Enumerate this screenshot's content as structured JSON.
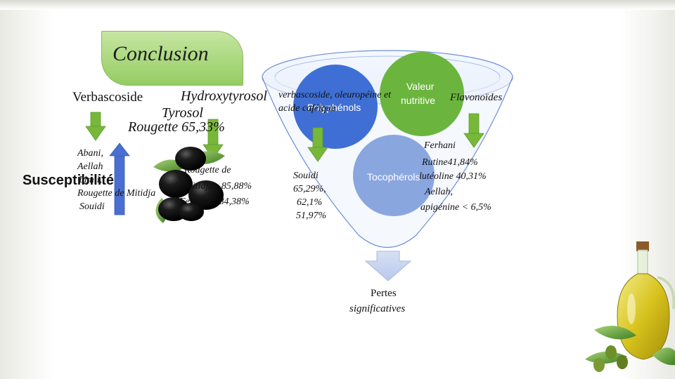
{
  "title": "Conclusion",
  "left": {
    "verbascoside": "Verbascoside",
    "hydroxytyrosol": "Hydroxytyrosol",
    "tyrosol": "Tyrosol",
    "rougette_pct": "Rougette 65,33%",
    "susceptibilite": "Susceptibilité",
    "varieties_list": [
      "Abani,",
      "Aellah",
      "Limli,",
      "Rougette de Mitidja",
      "Souidi"
    ],
    "right_list": [
      "Rougette de",
      "Mitidja : 85,88%",
      "Ferhani : 84,38%"
    ]
  },
  "funnel": {
    "circle_polyphenols": "Polyphénols",
    "polyphenols_detail_line1": "verbascoside, oleuropéine et",
    "polyphenols_detail_line2": "acide caféique",
    "circle_valeur_line1": "Valeur",
    "circle_valeur_line2": "nutritive",
    "flavonoides": "Flavonoïdes",
    "circle_tocopherols": "Tocophérols",
    "souidi_values": [
      "Souidi",
      "65,29%,",
      "62,1%",
      "51,97%"
    ],
    "pertes_line1": "Pertes",
    "pertes_line2": "significatives"
  },
  "right": {
    "lines": [
      "Ferhani",
      "Rutine41,84%",
      "lutéoline 40,31%",
      "Aellah,",
      "apigénine < 6,5%"
    ]
  },
  "colors": {
    "title_green": "#9ccf6b",
    "arrow_green": "#77b83a",
    "arrow_blue": "#4a6fd0",
    "circle_blue_dark": "#3f6fd4",
    "circle_green": "#6bb53f",
    "circle_blue_light": "#8aa6df"
  }
}
